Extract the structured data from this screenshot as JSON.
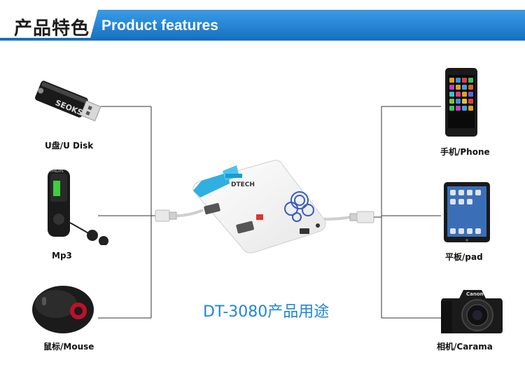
{
  "header": {
    "title_cn": "产品特色",
    "title_en": "Product features"
  },
  "devices_left": [
    {
      "label": "U盘/U Disk",
      "icon": "usb-flash-drive-icon"
    },
    {
      "label": "Mp3",
      "icon": "mp3-player-icon"
    },
    {
      "label": "鼠标/Mouse",
      "icon": "mouse-icon"
    }
  ],
  "devices_right": [
    {
      "label": "手机/Phone",
      "icon": "phone-icon"
    },
    {
      "label": "平板/pad",
      "icon": "tablet-icon"
    },
    {
      "label": "相机/Carama",
      "icon": "camera-icon"
    }
  ],
  "product": {
    "brand": "DTECH",
    "icon": "usb-hub-icon"
  },
  "logos": {
    "usb_drive": "SEOKS",
    "mp3": "PHILIPS",
    "camera": "Canon"
  },
  "center_title": "DT-3080产品用途",
  "colors": {
    "accent": "#1f86d6",
    "header_blue": "#1e7fd0",
    "line": "#333333"
  }
}
